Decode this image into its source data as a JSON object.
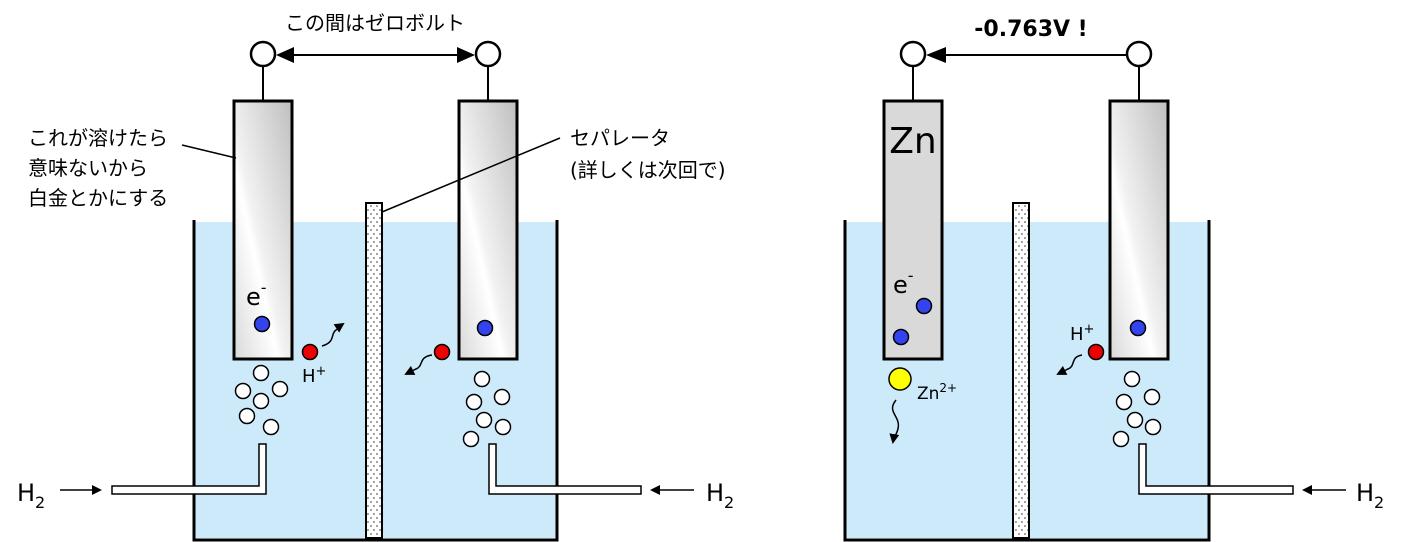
{
  "colors": {
    "solution": "#cdeafb",
    "electron": "#3344ee",
    "proton": "#ee0000",
    "zinc_ion": "#ffff00",
    "bubble": "#ffffff",
    "zinc_electrode": "#d9d9d9",
    "outline": "#000000"
  },
  "left_cell": {
    "voltage_label": "この間はゼロボルト",
    "electrode_note": [
      "これが溶けたら",
      "意味ないから",
      "白金とかにする"
    ],
    "separator_note": [
      "セパレータ",
      "(詳しくは次回で)"
    ],
    "electron_label": "e",
    "electron_sup": "-",
    "proton_label": "H",
    "proton_sup": "+",
    "gas_left": "H",
    "gas_left_sub": "2",
    "gas_right": "H",
    "gas_right_sub": "2"
  },
  "right_cell": {
    "voltage_label": "-0.763V !",
    "zinc_label": "Zn",
    "electron_label": "e",
    "electron_sup": "-",
    "proton_label": "H",
    "proton_sup": "+",
    "zinc_ion_label": "Zn",
    "zinc_ion_sup": "2+",
    "gas": "H",
    "gas_sub": "2"
  }
}
